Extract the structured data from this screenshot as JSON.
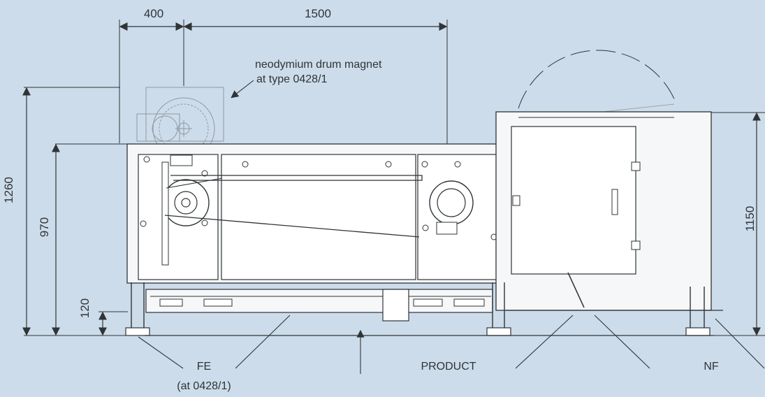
{
  "background_color": "#cddcea",
  "line_color": "#2f3437",
  "panel_fill": "#ffffff",
  "machine_fill": "#f6f7f8",
  "labels": {
    "drum_magnet_line1": "neodymium drum magnet",
    "drum_magnet_line2": "at type 0428/1",
    "fe": "FE",
    "fe_note": "(at 0428/1)",
    "product": "PRODUCT",
    "nf": "NF"
  },
  "dimensions": {
    "top_left": "400",
    "top_right": "1500",
    "left_outer": "1260",
    "left_inner": "970",
    "left_bottom": "120",
    "right": "1150"
  }
}
